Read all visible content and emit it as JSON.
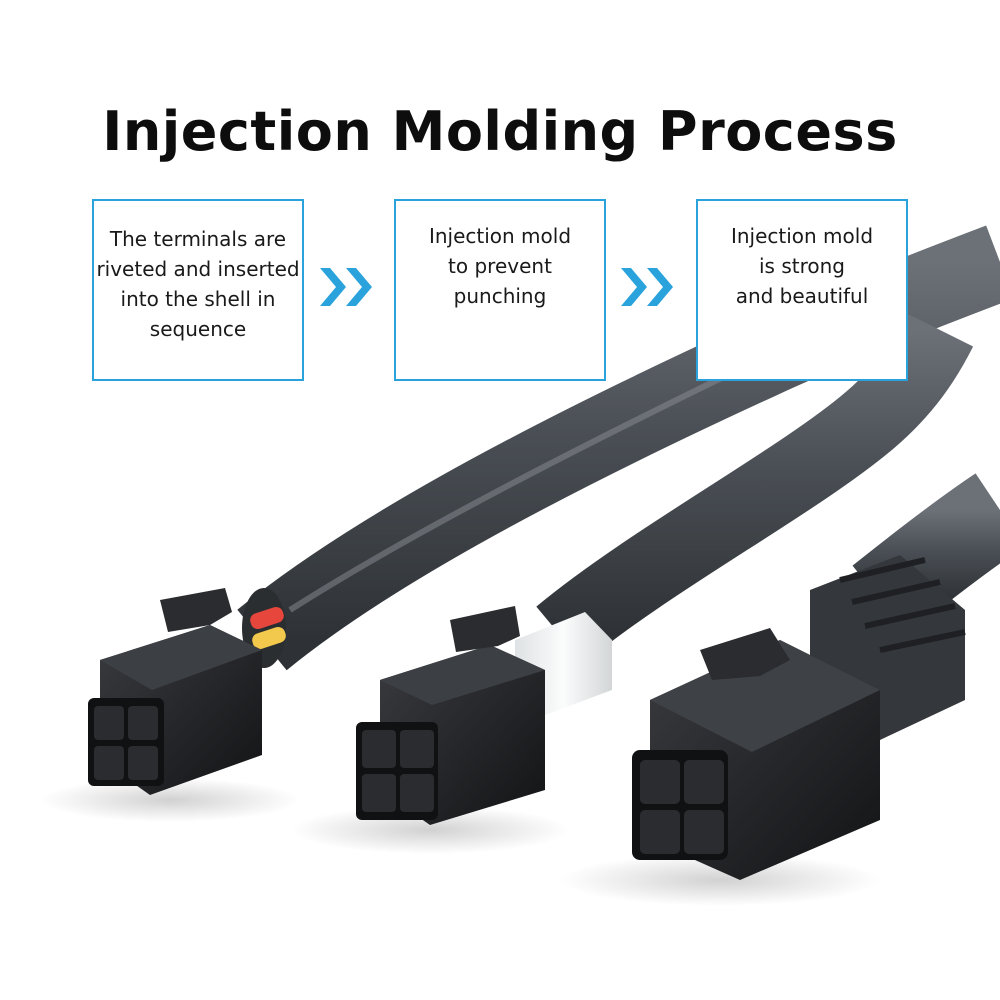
{
  "title": "Injection Molding Process",
  "steps": [
    {
      "text": "The terminals are\nriveted and inserted\ninto the shell in\nsequence"
    },
    {
      "text": "Injection mold\nto prevent\npunching"
    },
    {
      "text": "Injection mold\nis strong\nand beautiful"
    }
  ],
  "icons": {
    "step_arrow": "double-chevron-right-icon"
  },
  "colors": {
    "accent": "#2aa3dd",
    "cable": "#4b4f54",
    "connector": "#1c1d1f",
    "clear_sleeve": "#eef0f1"
  }
}
